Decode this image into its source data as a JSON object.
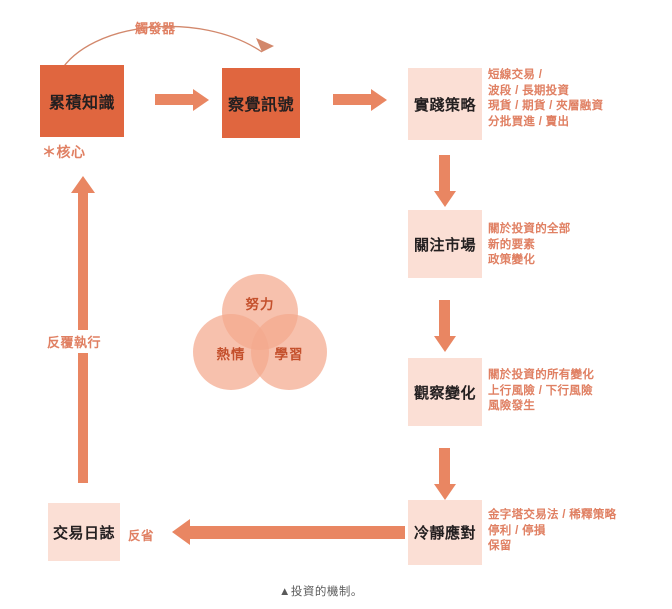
{
  "diagram": {
    "caption": "▲投資的機制。",
    "colors": {
      "solid_box": "#e0663f",
      "pale_box": "#fbdfd5",
      "arrow": "#e98662",
      "desc_text": "#e08063",
      "venn_fill": "#f4a98e",
      "venn_label": "#c4502c",
      "caption_text": "#5a5a5a"
    },
    "nodes": {
      "accumulate_knowledge": "累積知識",
      "detect_signal": "察覺訊號",
      "practice_strategy": "實踐策略",
      "watch_market": "關注市場",
      "observe_change": "觀察變化",
      "calm_response": "冷靜應對",
      "trading_journal": "交易日誌"
    },
    "descriptions": {
      "practice_strategy": "短線交易 /\n波段 / 長期投資\n現貨 / 期貨 / 夾層融資\n分批買進 / 賣出",
      "watch_market": "關於投資的全部\n新的要素\n政策變化",
      "observe_change": "關於投資的所有變化\n上行風險 / 下行風險\n風險發生",
      "calm_response": "金字塔交易法 / 稀釋策略\n停利 / 停損\n保留"
    },
    "labels": {
      "core": "＊核心",
      "trigger": "觸發器",
      "repeat": "反覆執行",
      "reflect": "反省"
    },
    "venn": {
      "top": "努力",
      "left": "熱情",
      "right": "學習"
    }
  }
}
